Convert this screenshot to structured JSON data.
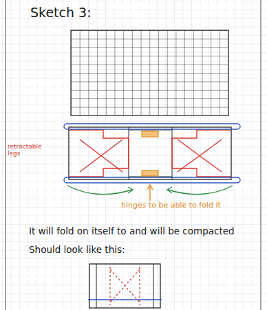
{
  "diagram": {
    "title": "Sketch 3:",
    "labels": [
      "retractable legs",
      "hinges to be able to fold it",
      "It will fold on itself to and will be compacted",
      "Should look like this:"
    ]
  }
}
